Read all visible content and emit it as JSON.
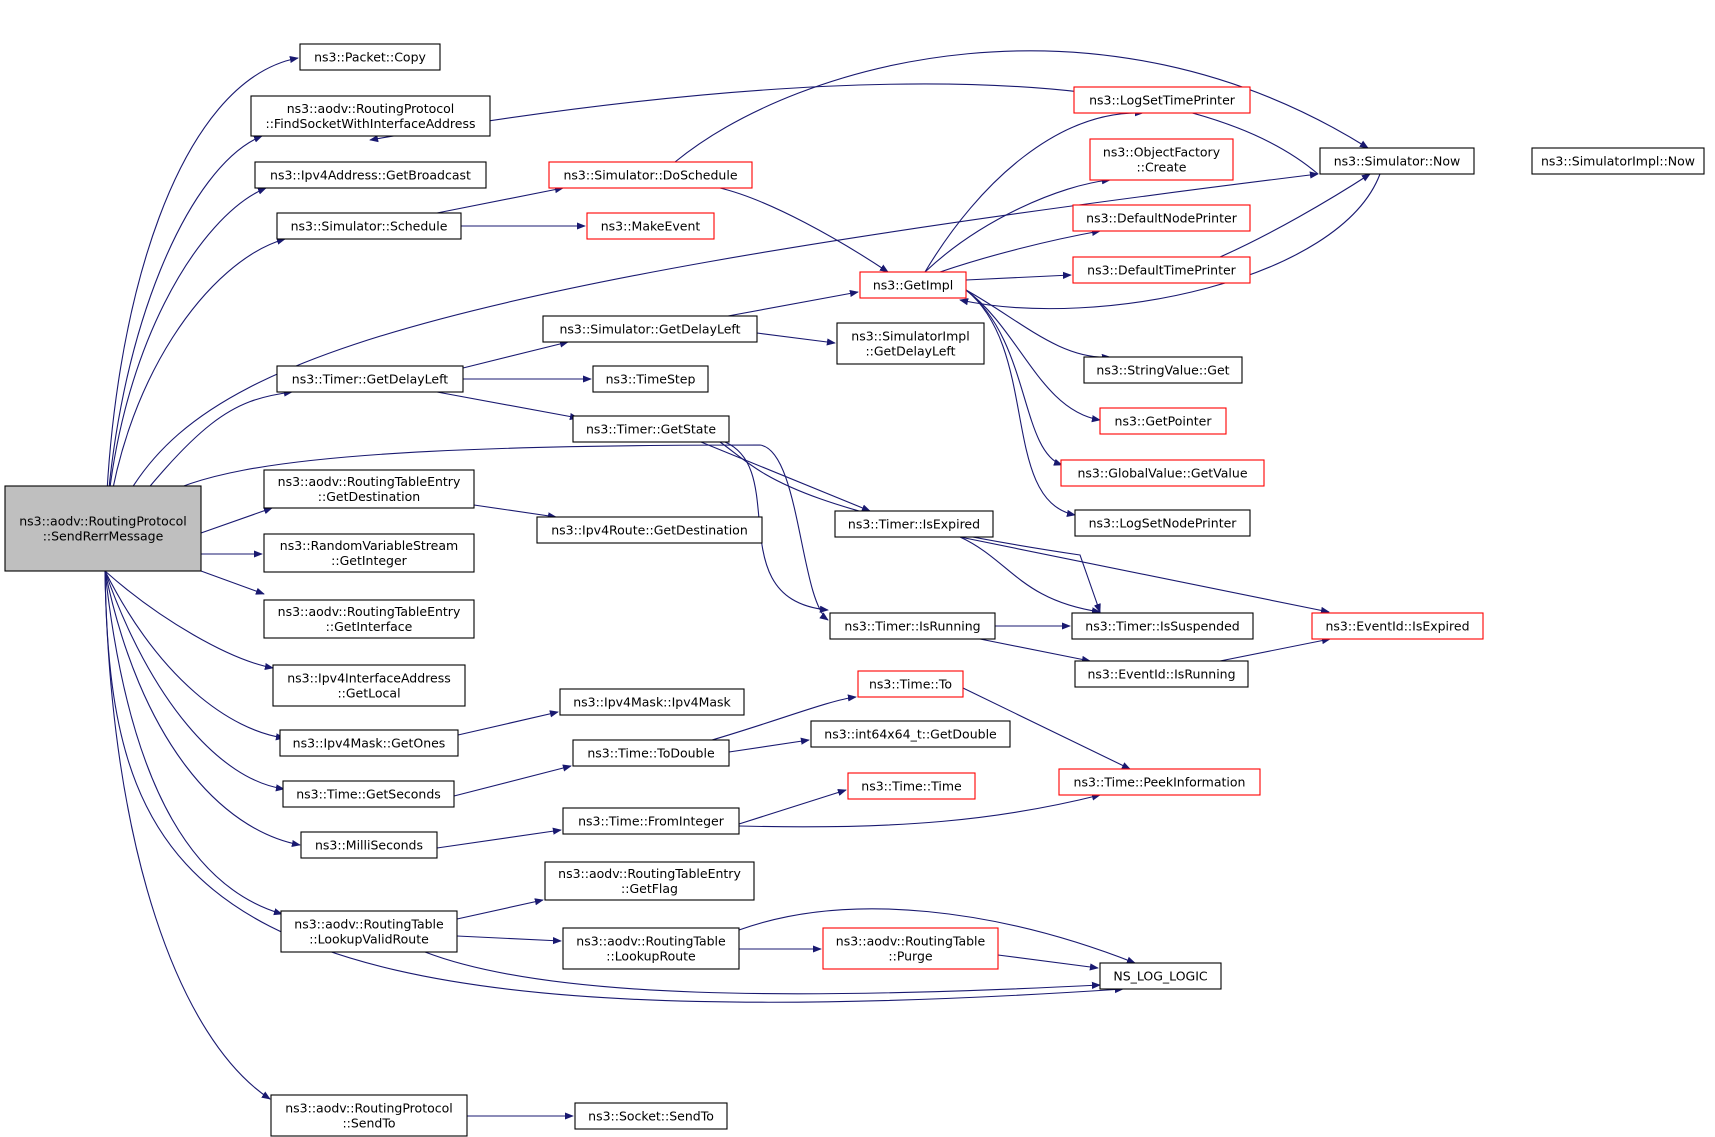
{
  "colors": {
    "edge": "#191970",
    "node_border": "#000000",
    "truncated_node_border": "#ff0000",
    "root_fill": "#bfbfbf",
    "background": "#ffffff"
  },
  "nodes": {
    "root": [
      "ns3::aodv::RoutingProtocol",
      "::SendRerrMessage"
    ],
    "packet_copy": [
      "ns3::Packet::Copy"
    ],
    "find_socket": [
      "ns3::aodv::RoutingProtocol",
      "::FindSocketWithInterfaceAddress"
    ],
    "get_broadcast": [
      "ns3::Ipv4Address::GetBroadcast"
    ],
    "schedule": [
      "ns3::Simulator::Schedule"
    ],
    "doschedule": [
      "ns3::Simulator::DoSchedule"
    ],
    "makeevent": [
      "ns3::MakeEvent"
    ],
    "now": [
      "ns3::Simulator::Now"
    ],
    "impl_now": [
      "ns3::SimulatorImpl::Now"
    ],
    "logsettimeprinter": [
      "ns3::LogSetTimePrinter"
    ],
    "objectfactory": [
      "ns3::ObjectFactory",
      "::Create"
    ],
    "defaultnodeprinter": [
      "ns3::DefaultNodePrinter"
    ],
    "defaulttimeprinter": [
      "ns3::DefaultTimePrinter"
    ],
    "getimpl": [
      "ns3::GetImpl"
    ],
    "sim_getdelayleft": [
      "ns3::Simulator::GetDelayLeft"
    ],
    "impl_getdelayleft": [
      "ns3::SimulatorImpl",
      "::GetDelayLeft"
    ],
    "stringvalue_get": [
      "ns3::StringValue::Get"
    ],
    "getpointer": [
      "ns3::GetPointer"
    ],
    "globalvalue": [
      "ns3::GlobalValue::GetValue"
    ],
    "logsetnodeprinter": [
      "ns3::LogSetNodePrinter"
    ],
    "timer_getdelayleft": [
      "ns3::Timer::GetDelayLeft"
    ],
    "timestep": [
      "ns3::TimeStep"
    ],
    "timer_getstate": [
      "ns3::Timer::GetState"
    ],
    "timer_isexpired": [
      "ns3::Timer::IsExpired"
    ],
    "timer_isrunning": [
      "ns3::Timer::IsRunning"
    ],
    "timer_issuspended": [
      "ns3::Timer::IsSuspended"
    ],
    "eventid_isexpired": [
      "ns3::EventId::IsExpired"
    ],
    "eventid_isrunning": [
      "ns3::EventId::IsRunning"
    ],
    "rte_getdestination": [
      "ns3::aodv::RoutingTableEntry",
      "::GetDestination"
    ],
    "ipv4route_getdestination": [
      "ns3::Ipv4Route::GetDestination"
    ],
    "rvs_getinteger": [
      "ns3::RandomVariableStream",
      "::GetInteger"
    ],
    "rte_getinterface": [
      "ns3::aodv::RoutingTableEntry",
      "::GetInterface"
    ],
    "ipv4ifaddr_getlocal": [
      "ns3::Ipv4InterfaceAddress",
      "::GetLocal"
    ],
    "ipv4mask_ctor": [
      "ns3::Ipv4Mask::Ipv4Mask"
    ],
    "ipv4mask_getones": [
      "ns3::Ipv4Mask::GetOnes"
    ],
    "time_to": [
      "ns3::Time::To"
    ],
    "getdouble": [
      "ns3::int64x64_t::GetDouble"
    ],
    "time_todouble": [
      "ns3::Time::ToDouble"
    ],
    "time_getseconds": [
      "ns3::Time::GetSeconds"
    ],
    "peekinformation": [
      "ns3::Time::PeekInformation"
    ],
    "time_time": [
      "ns3::Time::Time"
    ],
    "time_frominteger": [
      "ns3::Time::FromInteger"
    ],
    "milliseconds": [
      "ns3::MilliSeconds"
    ],
    "rte_getflag": [
      "ns3::aodv::RoutingTableEntry",
      "::GetFlag"
    ],
    "lookupvalidroute": [
      "ns3::aodv::RoutingTable",
      "::LookupValidRoute"
    ],
    "lookuproute": [
      "ns3::aodv::RoutingTable",
      "::LookupRoute"
    ],
    "purge": [
      "ns3::aodv::RoutingTable",
      "::Purge"
    ],
    "ns_log_logic": [
      "NS_LOG_LOGIC"
    ],
    "sendto": [
      "ns3::aodv::RoutingProtocol",
      "::SendTo"
    ],
    "socket_sendto": [
      "ns3::Socket::SendTo"
    ]
  }
}
